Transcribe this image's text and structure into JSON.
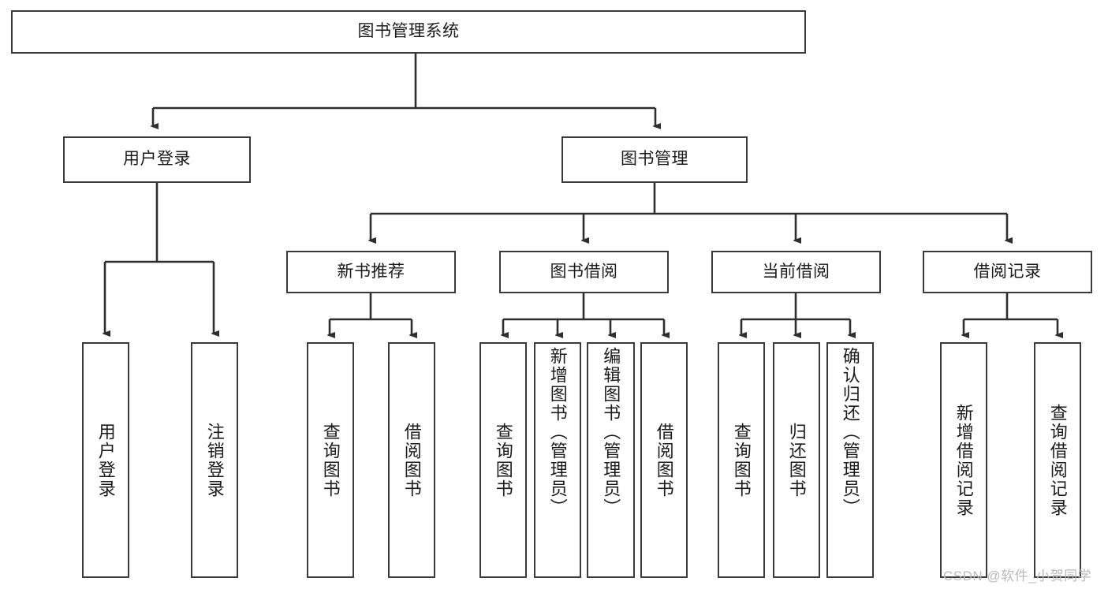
{
  "diagram": {
    "type": "tree-hierarchy",
    "title": "图书管理系统",
    "root": {
      "label": "图书管理系统",
      "id": "root-system"
    },
    "level2": [
      {
        "id": "user-login",
        "label": "用户登录"
      },
      {
        "id": "book-management",
        "label": "图书管理"
      }
    ],
    "level3": [
      {
        "id": "new-book-recommend",
        "label": "新书推荐",
        "parent": "book-management"
      },
      {
        "id": "book-borrow",
        "label": "图书借阅",
        "parent": "book-management"
      },
      {
        "id": "current-borrow",
        "label": "当前借阅",
        "parent": "book-management"
      },
      {
        "id": "borrow-record",
        "label": "借阅记录",
        "parent": "book-management"
      }
    ],
    "leaves": {
      "user_login": [
        {
          "id": "leaf-user-login",
          "label": "用户登录"
        },
        {
          "id": "leaf-logout",
          "label": "注销登录"
        }
      ],
      "new_book_recommend": [
        {
          "id": "leaf-query-book-1",
          "label": "查询图书"
        },
        {
          "id": "leaf-borrow-book-1",
          "label": "借阅图书"
        }
      ],
      "book_borrow": [
        {
          "id": "leaf-query-book-2",
          "label": "查询图书"
        },
        {
          "id": "leaf-add-book",
          "label": "新增图书（管理员）"
        },
        {
          "id": "leaf-edit-book",
          "label": "编辑图书（管理员）"
        },
        {
          "id": "leaf-borrow-book-2",
          "label": "借阅图书"
        }
      ],
      "current_borrow": [
        {
          "id": "leaf-query-book-3",
          "label": "查询图书"
        },
        {
          "id": "leaf-return-book",
          "label": "归还图书"
        },
        {
          "id": "leaf-confirm-return",
          "label": "确认归还（管理员）"
        }
      ],
      "borrow_record": [
        {
          "id": "leaf-add-record",
          "label": "新增借阅记录"
        },
        {
          "id": "leaf-query-record",
          "label": "查询借阅记录"
        }
      ]
    }
  },
  "watermark": {
    "text": "CSDN @软件_小贺同学"
  },
  "colors": {
    "background": "#ffffff",
    "box_border": "#3a3a3a",
    "text": "#1b1b1b",
    "connector": "#2e2e2e",
    "watermark": "#b9b9b9"
  }
}
